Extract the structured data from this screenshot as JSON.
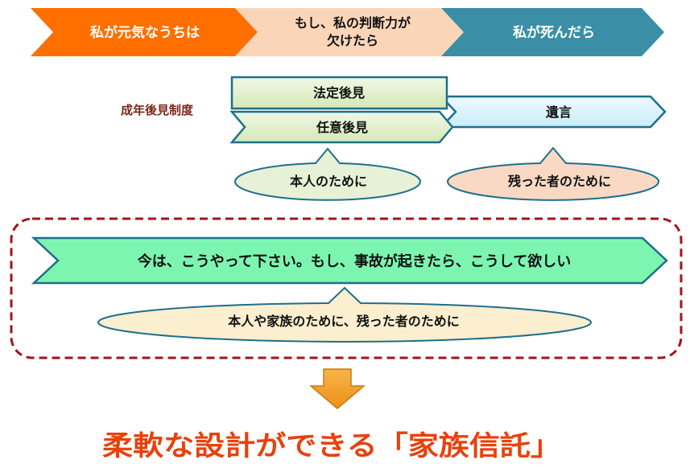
{
  "timeline": {
    "phase1": "私が元気なうちは",
    "phase2_line1": "もし、私の判断力が",
    "phase2_line2": "欠けたら",
    "phase3": "私が死んだら"
  },
  "system_label": "成年後見制度",
  "boxes": {
    "statutory": "法定後見",
    "voluntary": "任意後見",
    "will": "遺言"
  },
  "bubbles": {
    "for_self": "本人のために",
    "for_survivors": "残った者のために"
  },
  "trust": {
    "banner": "今は、こうやって下さい。もし、事故が起きたら、こうして欲しい",
    "bubble": "本人や家族のために、残った者のために"
  },
  "conclusion": "柔軟な設計ができる「家族信託」",
  "colors": {
    "phase1": "#ff6f00",
    "phase2": "#fbd5b8",
    "phase3": "#3a8fa6",
    "statutory_fill": "#e6f1d6",
    "will_fill": "#dff3fb",
    "self_bubble": "#e6f1d6",
    "survivor_bubble": "#f9d9c3",
    "banner_fill": "#7cf5b0",
    "trust_bubble": "#fbefcf",
    "dashed_border": "#a3141c",
    "down_arrow": "#f3a12c",
    "conclusion_text": "#e8410c"
  }
}
